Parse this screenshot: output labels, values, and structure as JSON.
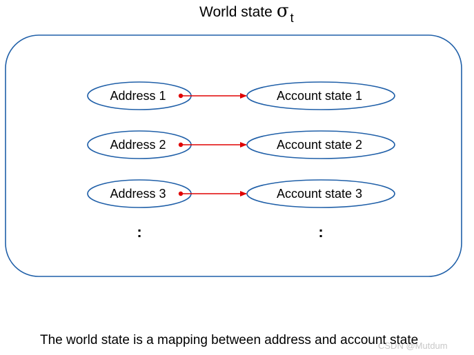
{
  "title": {
    "text": "World state",
    "symbol": "σ",
    "subscript": "t"
  },
  "colors": {
    "border": "#1f5fa8",
    "arrow": "#e00000",
    "text": "#000000"
  },
  "nodes": {
    "addresses": [
      "Address 1",
      "Address 2",
      "Address 3"
    ],
    "states": [
      "Account state 1",
      "Account state 2",
      "Account state 3"
    ],
    "more_left": ":",
    "more_right": ":"
  },
  "caption": "The world state is a mapping between address and account state",
  "watermark": "CSDN @Mutdum"
}
